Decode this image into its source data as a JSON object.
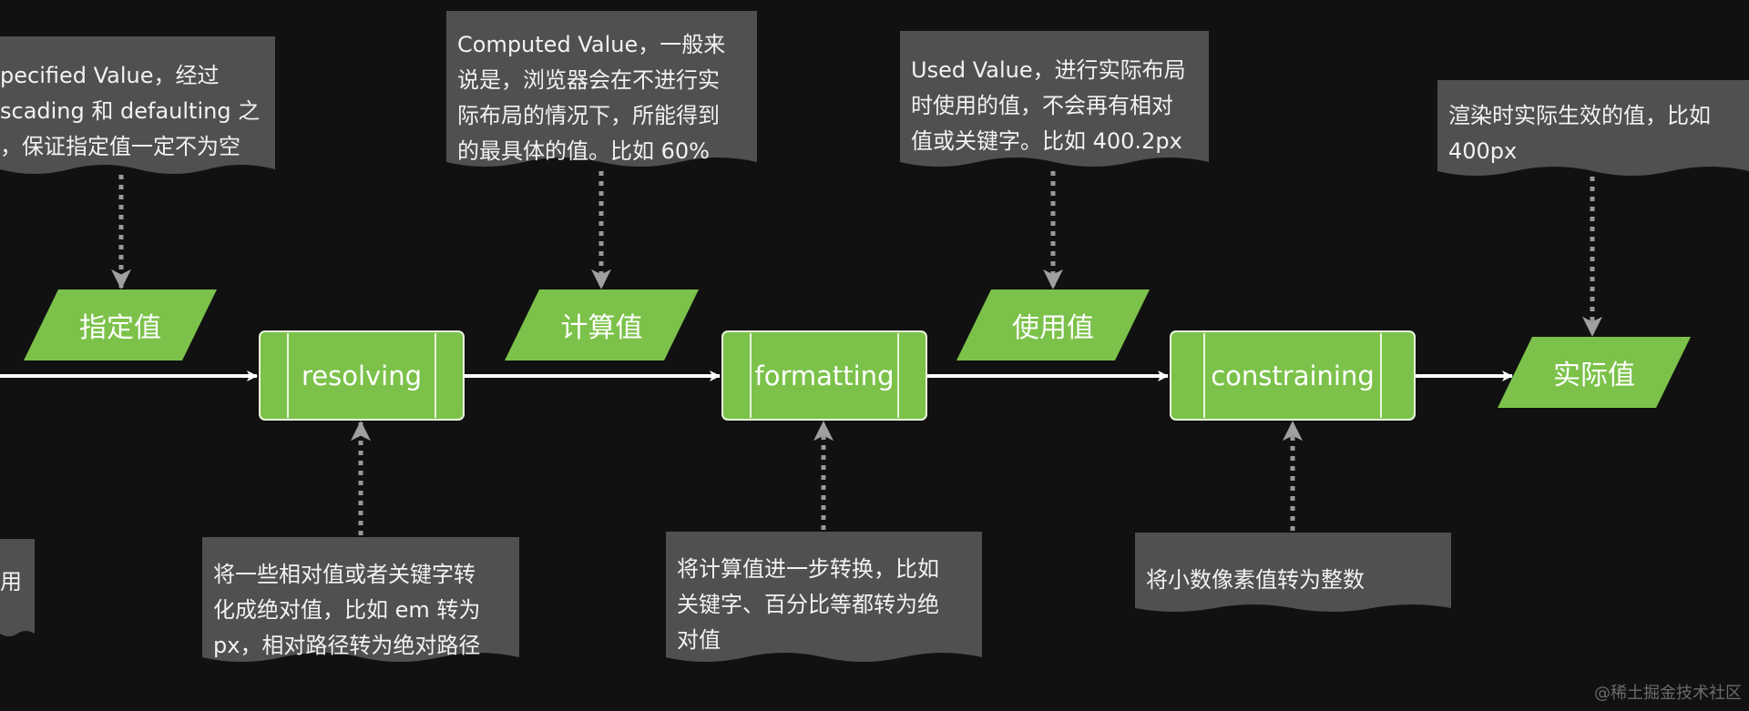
{
  "notes": {
    "specified": "pecified Value，经过\nscading 和 defaulting 之\n，保证指定值一定不为空",
    "computed": "Computed Value，一般来\n说是，浏览器会在不进行实\n际布局的情况下，所能得到\n的最具体的值。比如 60%",
    "used": "Used Value，进行实际布局\n时使用的值，不会再有相对\n值或关键字。比如 400.2px",
    "actual": "渲染时实际生效的值，比如\n400px",
    "left_partial": "用",
    "resolving": "将一些相对值或者关键字转\n化成绝对值，比如 em 转为\npx，相对路径转为绝对路径",
    "formatting": "将计算值进一步转换，比如\n关键字、百分比等都转为绝\n对值",
    "constraining": "将小数像素值转为整数"
  },
  "values": {
    "specified": "指定值",
    "computed": "计算值",
    "used": "使用值",
    "actual": "实际值"
  },
  "processes": {
    "resolving": "resolving",
    "formatting": "formatting",
    "constraining": "constraining"
  },
  "watermark": "@稀土掘金技术社区",
  "colors": {
    "background": "#111111",
    "node_green": "#7cc24a",
    "note_gray": "#505050",
    "arrow_white": "#ffffff",
    "dotted_gray": "#999999"
  }
}
